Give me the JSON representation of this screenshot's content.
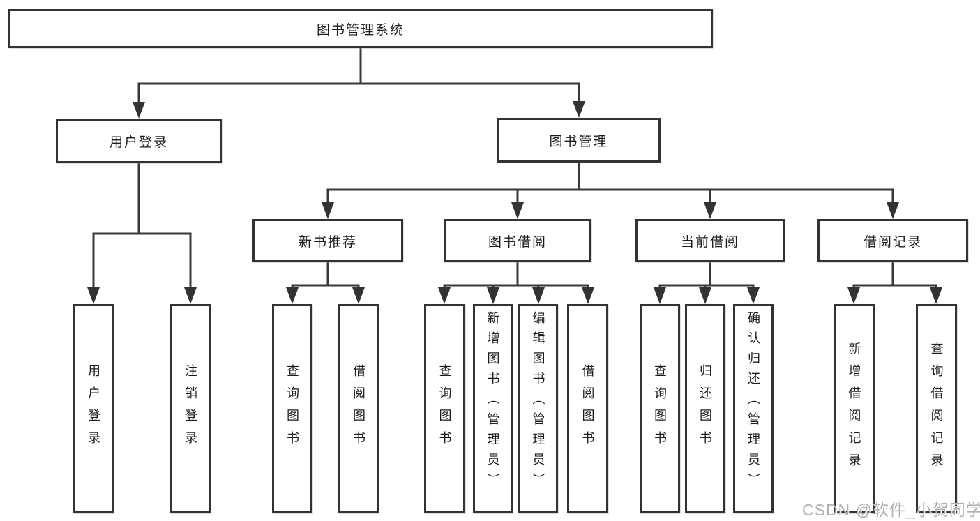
{
  "diagram": {
    "root": {
      "label": "图书管理系统"
    },
    "branches": [
      {
        "label": "用户登录",
        "children": [
          {
            "label": "用户登录"
          },
          {
            "label": "注销登录"
          }
        ]
      },
      {
        "label": "图书管理",
        "sections": [
          {
            "label": "新书推荐",
            "children": [
              {
                "label": "查询图书"
              },
              {
                "label": "借阅图书"
              }
            ]
          },
          {
            "label": "图书借阅",
            "children": [
              {
                "label": "查询图书"
              },
              {
                "label": "新增图书（管理员）"
              },
              {
                "label": "编辑图书（管理员）"
              },
              {
                "label": "借阅图书"
              }
            ]
          },
          {
            "label": "当前借阅",
            "children": [
              {
                "label": "查询图书"
              },
              {
                "label": "归还图书"
              },
              {
                "label": "确认归还（管理员）"
              }
            ]
          },
          {
            "label": "借阅记录",
            "children": [
              {
                "label": "新增借阅记录"
              },
              {
                "label": "查询借阅记录"
              }
            ]
          }
        ]
      }
    ],
    "watermark": "CSDN @软件_小贺同学",
    "colors": {
      "box_border": "#333333",
      "connector_line": "#383838",
      "text": "#1d1d1d",
      "watermark": "#b0b0b0",
      "background": "#ffffff"
    }
  }
}
